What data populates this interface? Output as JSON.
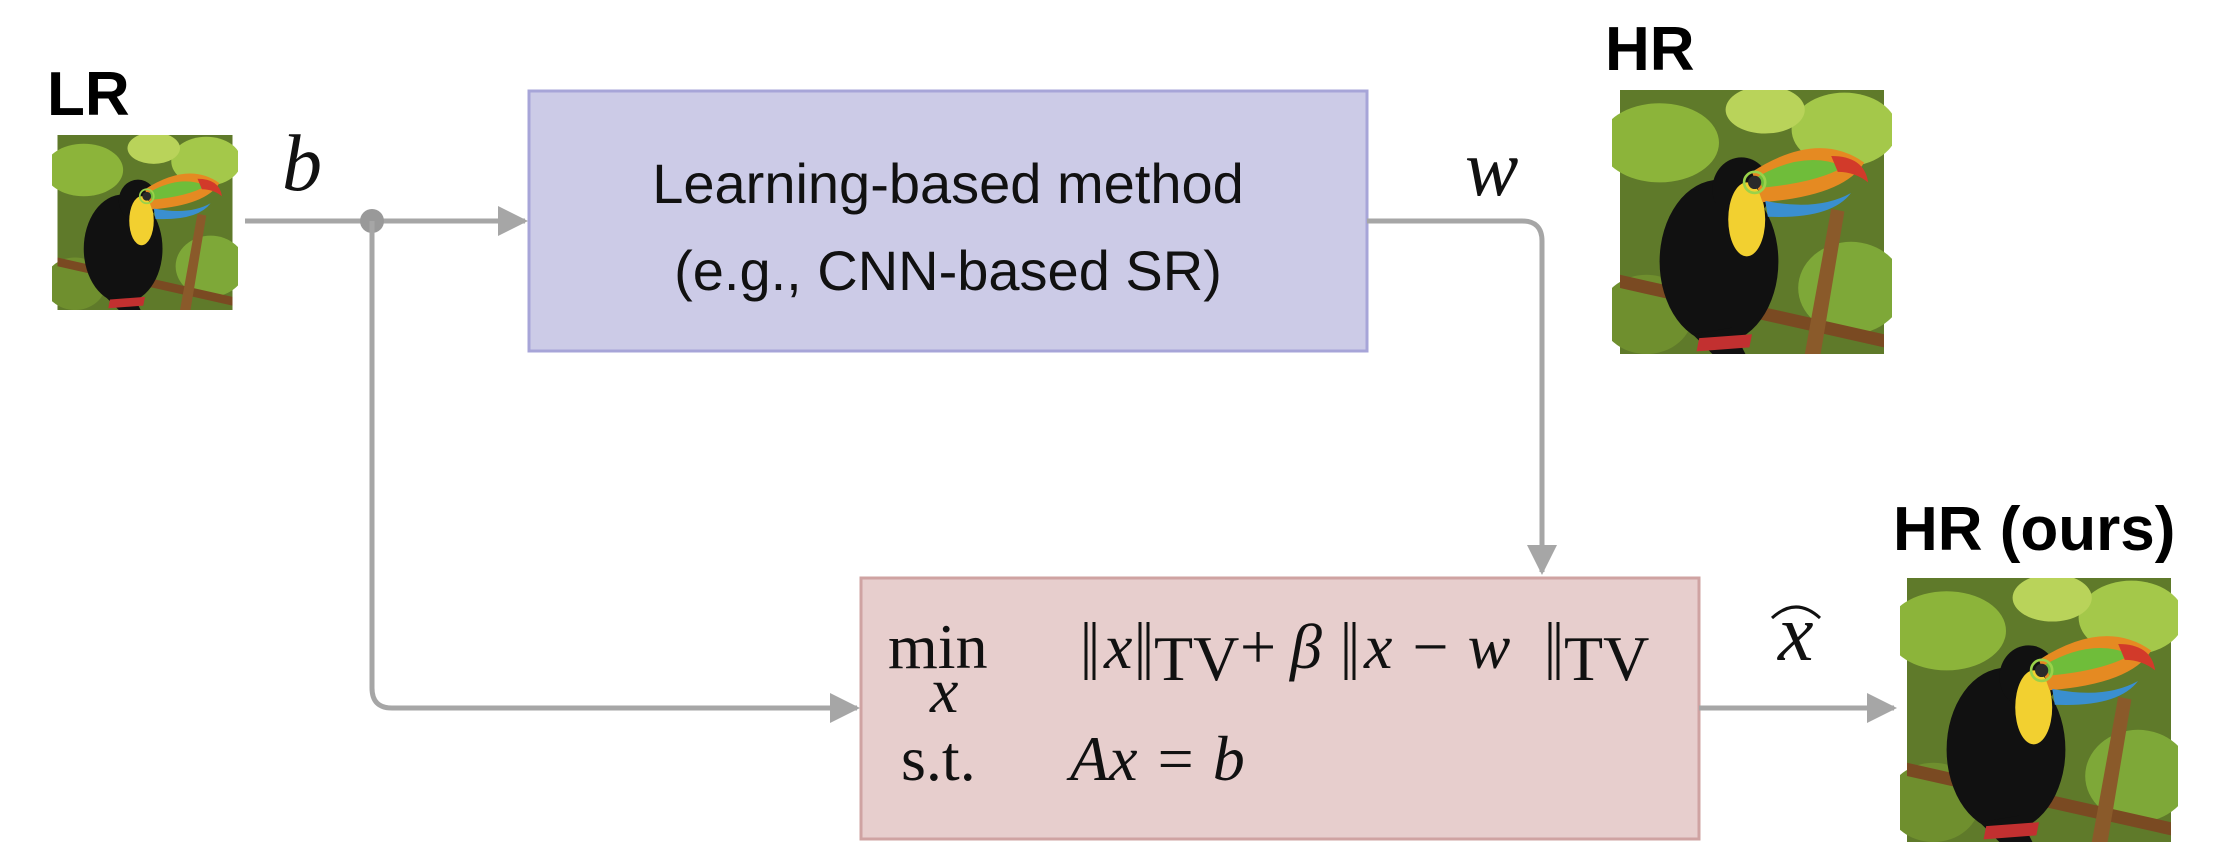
{
  "labels": {
    "lr": "LR",
    "hr": "HR",
    "hr_ours": "HR (ours)"
  },
  "signals": {
    "b": "b",
    "w": "w",
    "xhat": "x"
  },
  "learning_box": {
    "line1": "Learning-based method",
    "line2": "(e.g., CNN-based SR)"
  },
  "optimization_box": {
    "min_label": "min",
    "min_sub": "x",
    "objective_x": "x",
    "objective_tv": "TV",
    "objective_plus": "+",
    "objective_beta": "β",
    "objective_diff": "x − w",
    "st_label": "s.t.",
    "constraint": "Ax = b"
  },
  "colors": {
    "learning_fill": "#cccbe7",
    "learning_stroke": "#a7a5d8",
    "opt_fill": "#e7cecd",
    "opt_stroke": "#cfa3a2",
    "arrow": "#a6a6a6"
  },
  "images": {
    "lr_image": "toucan-image",
    "hr_image": "toucan-image",
    "hr_ours_image": "toucan-image"
  }
}
